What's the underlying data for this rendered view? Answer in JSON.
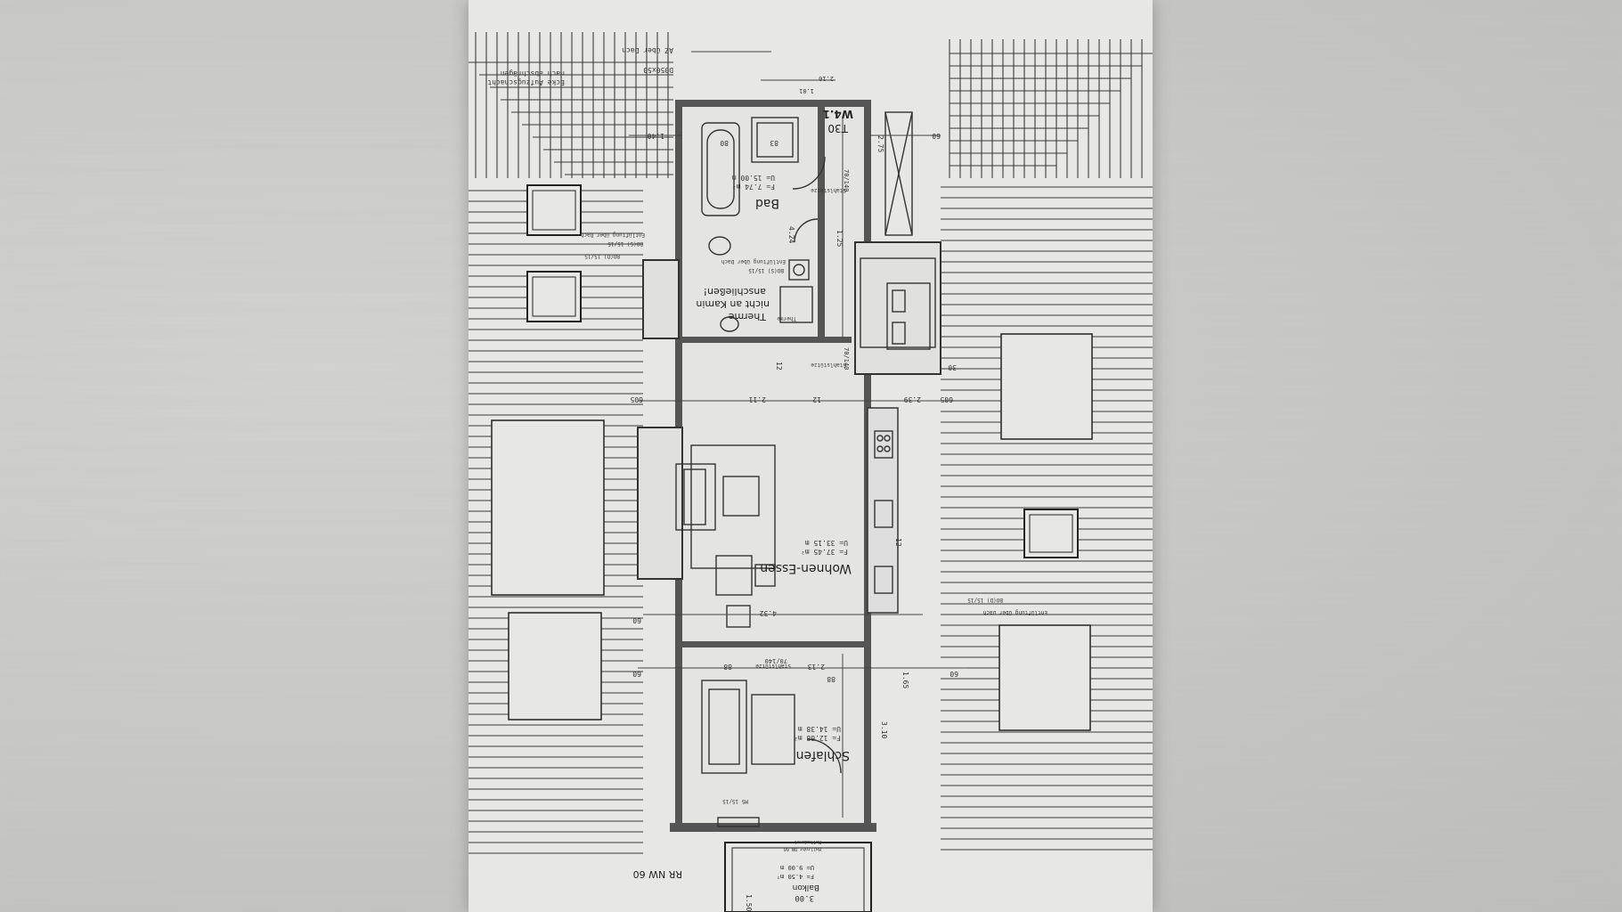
{
  "rooms": {
    "bad": {
      "name": "Bad",
      "area": "F= 7.74 m²",
      "perimeter": "U= 15.00 m"
    },
    "wohnen": {
      "name": "Wohnen-Essen",
      "area": "F= 37.45 m²",
      "perimeter": "U= 33.15 m"
    },
    "schlafen": {
      "name": "Schlafen",
      "area": "F= 12.68 m²",
      "perimeter": "U= 14.38 m"
    },
    "balkon": {
      "name": "Balkon",
      "area": "F= 4.50 m²",
      "perimeter": "U= 9.00 m",
      "width": "3.00"
    }
  },
  "notes": {
    "therme_1": "Therme",
    "therme_2": "nicht an Kamin",
    "therme_3": "anschließen!",
    "therme_small": "Therme",
    "aufzug_1": "Ecke Aufzugschacht",
    "aufzug_2": "nach abschrägen",
    "t30": "T30",
    "w4": "W4.1",
    "rr": "RR NW 60",
    "entl_1": "Entlüftung über Dach",
    "entl_2": "Entlüftung über Dach",
    "entl_3": "Entlüftung über Dach",
    "stahl_1": "Stahlstütze",
    "stahl_2": "Stahlstütze",
    "stahl_3": "Stahlstütze",
    "hw": "Hallrohr DN 60",
    "roll": "Rolladenst"
  },
  "dims": {
    "d1": "1.40",
    "d2": "80",
    "d3": "83",
    "d4": "2.75",
    "d5": "60",
    "d6": "4.24",
    "d7": "1.25",
    "d8": "70/140",
    "d9": "70/140",
    "d10": "2.11",
    "d11": "12",
    "d12": "2.39",
    "d13": "605",
    "d14": "605",
    "d15": "4.32",
    "d16": "2.13",
    "d17": "88",
    "d18": "1.65",
    "d19": "3.10",
    "d20": "88",
    "d21": "12",
    "d22": "30",
    "d23": "1.50",
    "d24": "70/140",
    "d25": "BO(S) 15/15",
    "d26": "BO(S) 15/15",
    "d27": "BO(D) 15/15",
    "d28": "BO(D) 15/15",
    "d29": "M5 15/15",
    "d30": "2.10",
    "d31": "1.01",
    "d32": "AZ über Dach",
    "d33": "D050x50",
    "d34": "12",
    "d35": "60",
    "d36": "60",
    "d37": "60"
  }
}
